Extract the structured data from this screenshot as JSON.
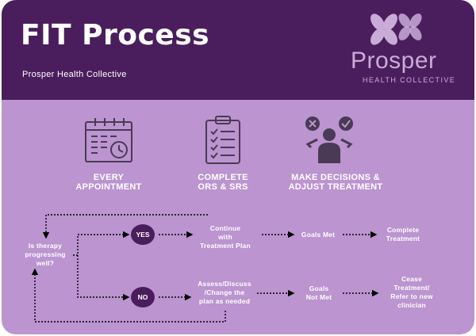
{
  "header": {
    "title": "FIT Process",
    "subtitle": "Prosper Health Collective",
    "logo_word": "Prosper",
    "logo_sub": "HEALTH COLLECTIVE"
  },
  "steps": [
    {
      "icon": "calendar-clock-icon",
      "line1": "EVERY",
      "line2": "APPOINTMENT"
    },
    {
      "icon": "checklist-clipboard-icon",
      "line1": "COMPLETE",
      "line2": "ORS & SRS"
    },
    {
      "icon": "decision-person-icon",
      "line1": "MAKE DECISIONS &",
      "line2": "ADJUST TREATMENT"
    }
  ],
  "flow": {
    "question": {
      "line1": "Is therapy",
      "line2": "progressing",
      "line3": "well?"
    },
    "yes": "YES",
    "no": "NO",
    "continue": {
      "line1": "Continue",
      "line2": "with",
      "line3": "Treatment Plan"
    },
    "goals_met": "Goals Met",
    "complete": {
      "line1": "Complete",
      "line2": "Treatment"
    },
    "assess": {
      "line1": "Assess/Discuss",
      "line2": "/Change the",
      "line3": "plan as needed"
    },
    "goals_not_met": {
      "line1": "Goals",
      "line2": "Not Met"
    },
    "cease": {
      "line1": "Cease",
      "line2": "Treatment/",
      "line3": "Refer to new",
      "line4": "clinician"
    }
  },
  "colors": {
    "header_bg": "#4a1e5c",
    "body_bg": "#bb94d0",
    "node_fill": "#4a1e5c",
    "icon_stroke": "#4a3a55",
    "logo_tint": "#c9abd8"
  }
}
